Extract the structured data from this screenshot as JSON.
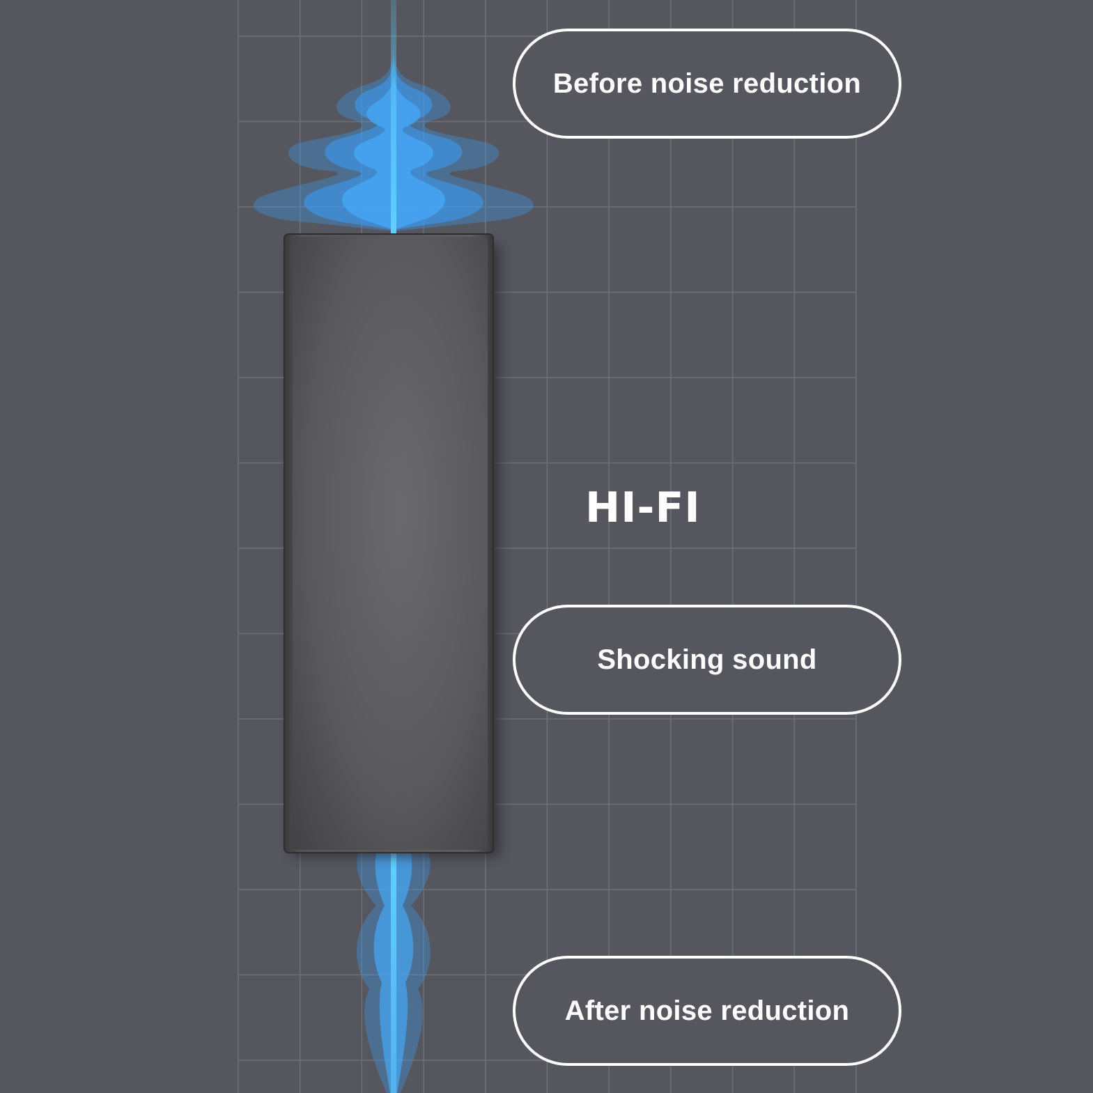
{
  "labels": {
    "before": "Before noise reduction",
    "middle": "Shocking sound",
    "after": "After noise reduction"
  },
  "hifi": "HI-FI",
  "colors": {
    "background": "#55565e",
    "grid_line": "#6f7078",
    "wave_blue": "#3c9bf2",
    "wave_core": "#5fd0ff",
    "device_body": "#5b5b5e",
    "label_border": "#ffffff",
    "text": "#ffffff"
  },
  "icons": {
    "device": "in-line-microphone-icon",
    "wave_top": "sound-wave-icon",
    "wave_bottom": "sound-wave-icon"
  }
}
